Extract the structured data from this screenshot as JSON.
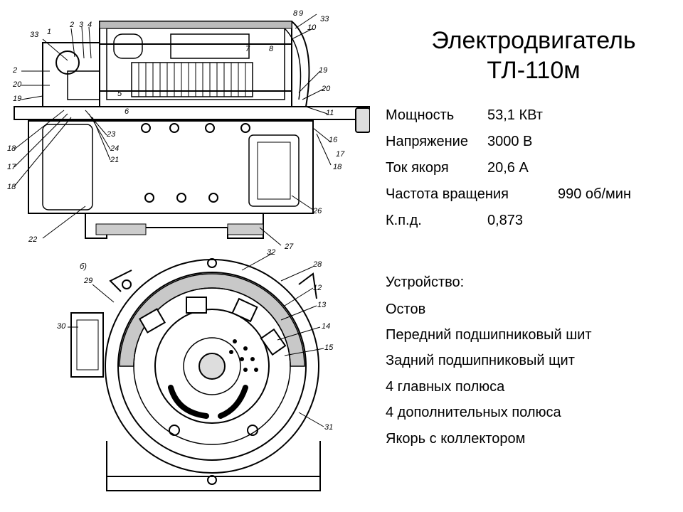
{
  "title": {
    "line1": "Электродвигатель",
    "line2": "ТЛ-110м"
  },
  "specs": [
    {
      "label": "Мощность",
      "value": "53,1 КВт"
    },
    {
      "label": "Напряжение",
      "value": "3000 В"
    },
    {
      "label": "Ток якоря",
      "value": "20,6 А"
    },
    {
      "label": "Частота вращения",
      "value": "990 об/мин"
    },
    {
      "label": "К.п.д.",
      "value": "0,873"
    }
  ],
  "structure": {
    "heading": "Устройство:",
    "items": [
      "Остов",
      "Передний подшипниковый шит",
      "Задний подшипниковый щит",
      "4 главных полюса",
      "4 дополнительных полюса",
      "Якорь с коллектором"
    ]
  },
  "drawing": {
    "top_labels": [
      "33",
      "1",
      "2",
      "3",
      "4",
      "8",
      "9",
      "10",
      "33",
      "2",
      "20",
      "19",
      "18",
      "17",
      "18",
      "5",
      "6",
      "7",
      "8",
      "23",
      "24",
      "21",
      "22",
      "19",
      "20",
      "11",
      "16",
      "17",
      "18",
      "26",
      "27"
    ],
    "bottom_labels": [
      "б)",
      "28",
      "29",
      "30",
      "32",
      "12",
      "13",
      "14",
      "15",
      "31"
    ]
  }
}
